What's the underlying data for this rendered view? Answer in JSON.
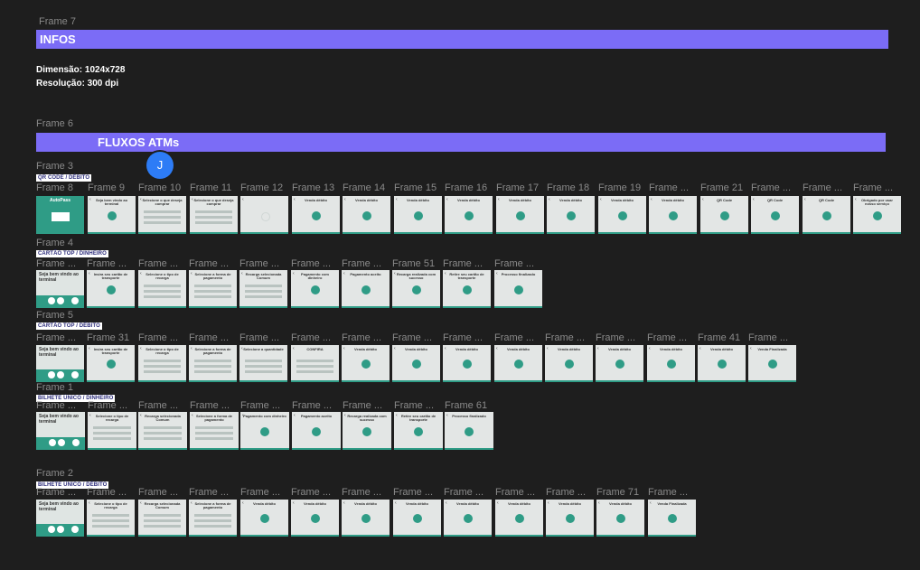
{
  "frames": {
    "f7": "Frame 7",
    "f6": "Frame 6",
    "f3": "Frame 3",
    "f4": "Frame 4",
    "f5": "Frame 5",
    "f1": "Frame 1",
    "f2": "Frame 2"
  },
  "infos": {
    "title": "INFOS",
    "dimension": "Dimensão: 1024x728",
    "resolution": "Resolução: 300 dpi"
  },
  "fluxos": {
    "title": "FLUXOS ATMs"
  },
  "avatar_initial": "J",
  "rows": [
    {
      "tag": "QR CODE / DÉBITO",
      "labels": [
        "Frame 8",
        "Frame 9",
        "Frame 10",
        "Frame 11",
        "Frame 12",
        "Frame 13",
        "Frame 14",
        "Frame 15",
        "Frame 16",
        "Frame 17",
        "Frame 18",
        "Frame 19",
        "Frame ...",
        "Frame 21",
        "Frame ...",
        "Frame ...",
        "Frame ..."
      ],
      "screens": [
        "AutoPass",
        "Seja bem vindo ao terminal",
        "Selecione o que deseja comprar",
        "Selecione o que deseja comprar",
        "",
        "Venda débito",
        "Venda débito",
        "Venda débito",
        "Venda débito",
        "Venda débito",
        "Venda débito",
        "Venda débito",
        "Venda débito",
        "QR Code",
        "QR Code",
        "QR Code",
        "Obrigado por usar nosso serviço"
      ]
    },
    {
      "tag": "CARTÃO TOP / DINHEIRO",
      "labels": [
        "Frame ...",
        "Frame ...",
        "Frame ...",
        "Frame ...",
        "Frame ...",
        "Frame ...",
        "Frame ...",
        "Frame 51",
        "Frame ...",
        "Frame ..."
      ],
      "screens": [
        "Seja bem vindo ao terminal",
        "Insira seu cartão de transporte",
        "Selecione o tipo de recarga",
        "Selecione a forma de pagamento",
        "Recarga selecionada Comum",
        "Pagamento com dinheiro",
        "Pagamento aceito",
        "Recarga realizada com sucesso",
        "Retire seu cartão de transporte",
        "Processo finalizado"
      ]
    },
    {
      "tag": "CARTÃO TOP / DÉBITO",
      "labels": [
        "Frame ...",
        "Frame 31",
        "Frame ...",
        "Frame ...",
        "Frame ...",
        "Frame ...",
        "Frame ...",
        "Frame ...",
        "Frame ...",
        "Frame ...",
        "Frame ...",
        "Frame ...",
        "Frame ...",
        "Frame 41",
        "Frame ..."
      ],
      "screens": [
        "Seja bem vindo ao terminal",
        "Insira seu cartão de transporte",
        "Selecione o tipo de recarga",
        "Selecione a forma de pagamento",
        "Selecione a quantidade",
        "CONFIRA",
        "Venda débito",
        "Venda débito",
        "Venda débito",
        "Venda débito",
        "Venda débito",
        "Venda débito",
        "Venda débito",
        "Venda débito",
        "Venda Finalizada"
      ]
    },
    {
      "tag": "BILHETE ÚNICO / DINHEIRO",
      "labels": [
        "Frame ...",
        "Frame ...",
        "Frame ...",
        "Frame ...",
        "Frame ...",
        "Frame ...",
        "Frame ...",
        "Frame ...",
        "Frame 61"
      ],
      "screens": [
        "Seja bem vindo ao terminal",
        "Selecione o tipo de recarga",
        "Recarga selecionada Comum",
        "Selecione a forma de pagamento",
        "Pagamento com dinheiro",
        "Pagamento aceito",
        "Recarga realizada com sucesso",
        "Retire seu cartão de transporte",
        "Processo finalizado"
      ]
    },
    {
      "tag": "BILHETE ÚNICO / DÉBITO",
      "labels": [
        "Frame ...",
        "Frame ...",
        "Frame ...",
        "Frame ...",
        "Frame ...",
        "Frame ...",
        "Frame ...",
        "Frame ...",
        "Frame ...",
        "Frame ...",
        "Frame ...",
        "Frame 71",
        "Frame ..."
      ],
      "screens": [
        "Seja bem vindo ao terminal",
        "Selecione o tipo de recarga",
        "Recarga selecionada Comum",
        "Selecione a forma de pagamento",
        "Venda débito",
        "Venda débito",
        "Venda débito",
        "Venda débito",
        "Venda débito",
        "Venda débito",
        "Venda débito",
        "Venda débito",
        "Venda Finalizada"
      ]
    }
  ]
}
